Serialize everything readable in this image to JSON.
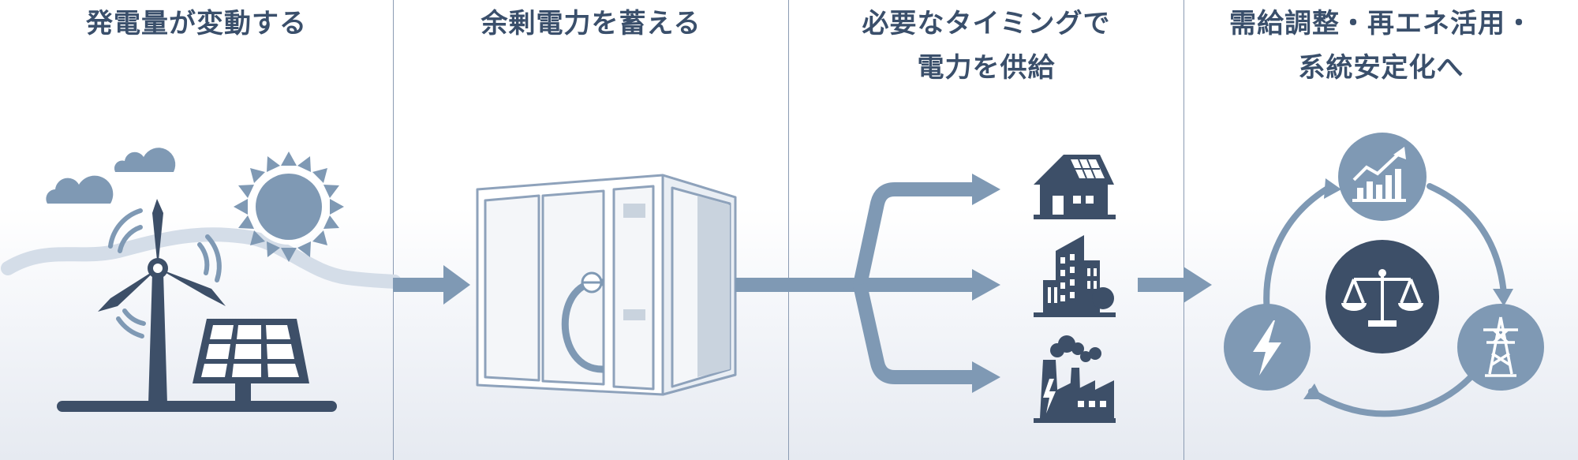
{
  "colors": {
    "title": "#3a4f6b",
    "dark_navy": "#3d4f68",
    "mid_blue": "#7f99b4",
    "light_blue": "#cfd9e5",
    "divider": "#8b9bb3"
  },
  "steps": [
    {
      "title_lines": [
        "発電量が変動する"
      ],
      "icons": [
        "cloud-icon",
        "sun-icon",
        "wind-turbine-icon",
        "solar-panel-icon"
      ]
    },
    {
      "title_lines": [
        "余剰電力を蓄える"
      ],
      "icons": [
        "battery-container-icon"
      ]
    },
    {
      "title_lines": [
        "必要なタイミングで",
        "電力を供給"
      ],
      "icons": [
        "house-icon",
        "city-buildings-icon",
        "factory-icon"
      ]
    },
    {
      "title_lines": [
        "需給調整・再エネ活用・",
        "系統安定化へ"
      ],
      "icons": [
        "chart-growth-icon",
        "balance-scale-icon",
        "power-tower-icon",
        "lightning-icon"
      ]
    }
  ]
}
